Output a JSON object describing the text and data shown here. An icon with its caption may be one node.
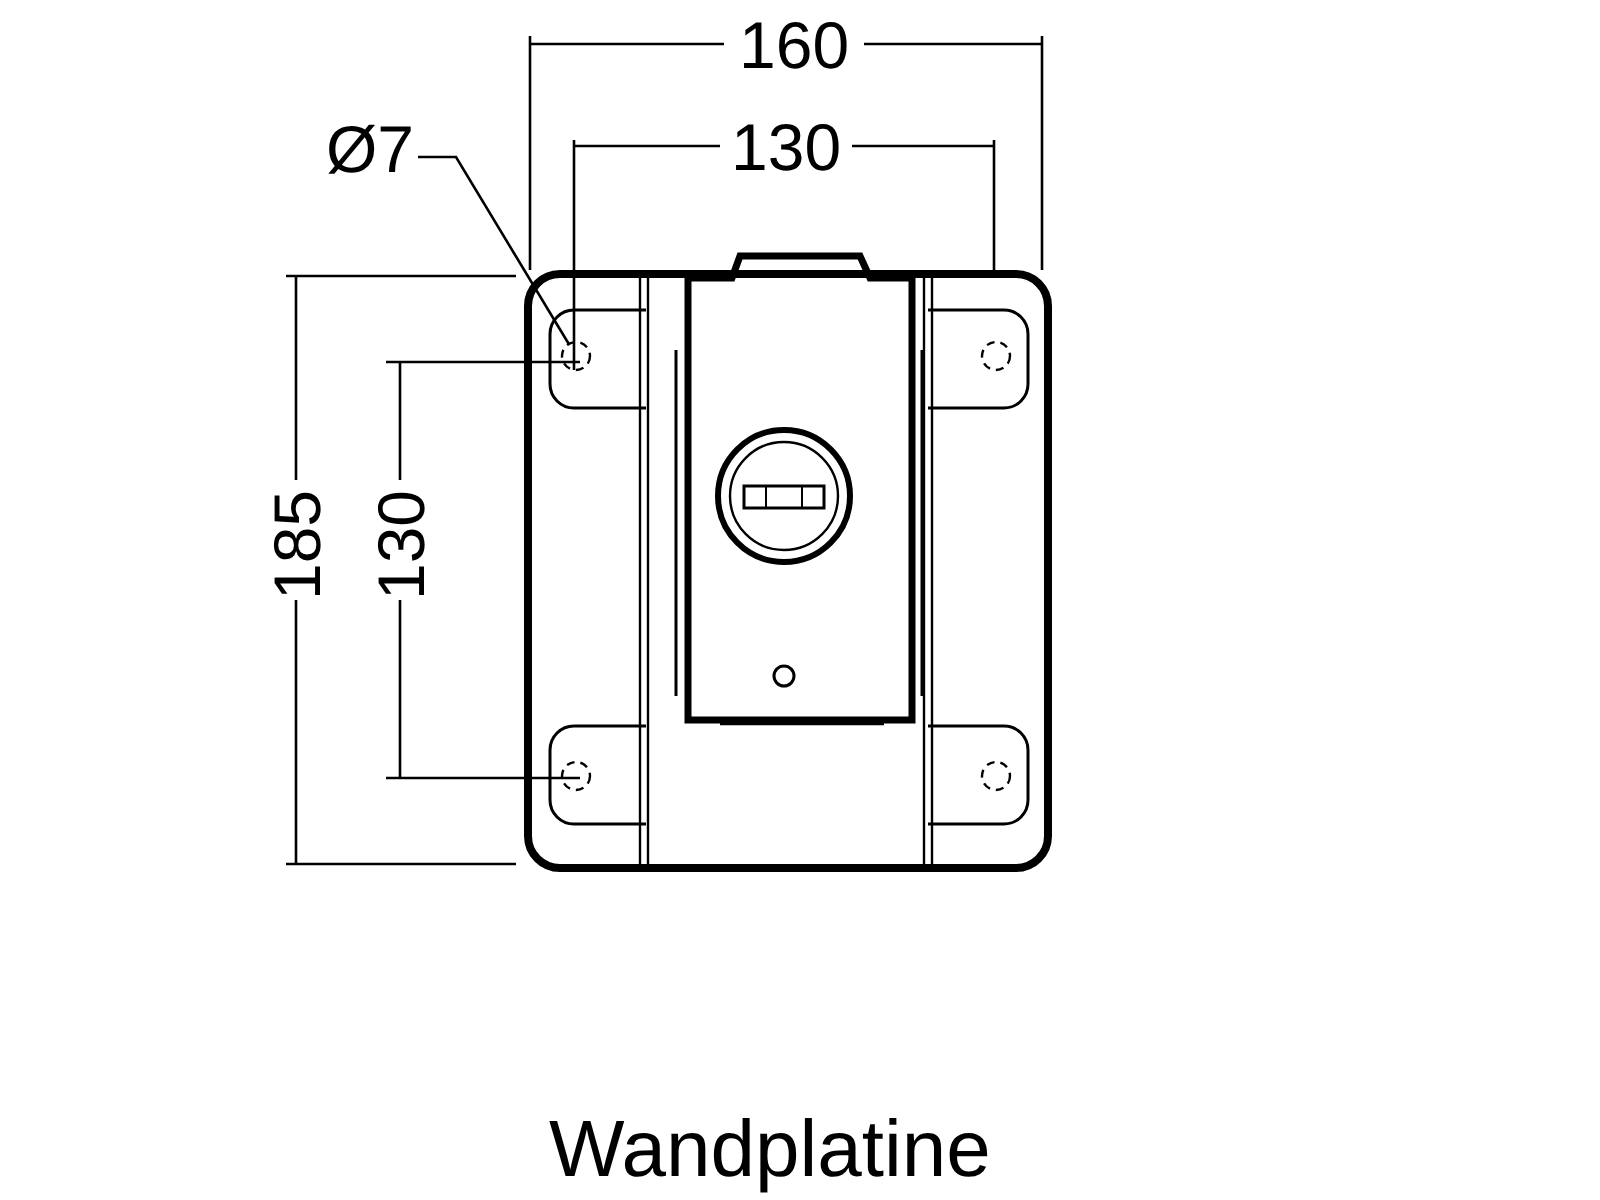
{
  "diagram": {
    "caption": "Wandplatine",
    "nodes": [
      {
        "text": [
          "Ø7"
        ]
      },
      {
        "text": [],
        "shape": "circle"
      }
    ],
    "edges": [
      {
        "from": 0,
        "to": 1,
        "arrow": "none"
      }
    ],
    "labels": [
      "160",
      "130",
      "185",
      "130"
    ]
  }
}
